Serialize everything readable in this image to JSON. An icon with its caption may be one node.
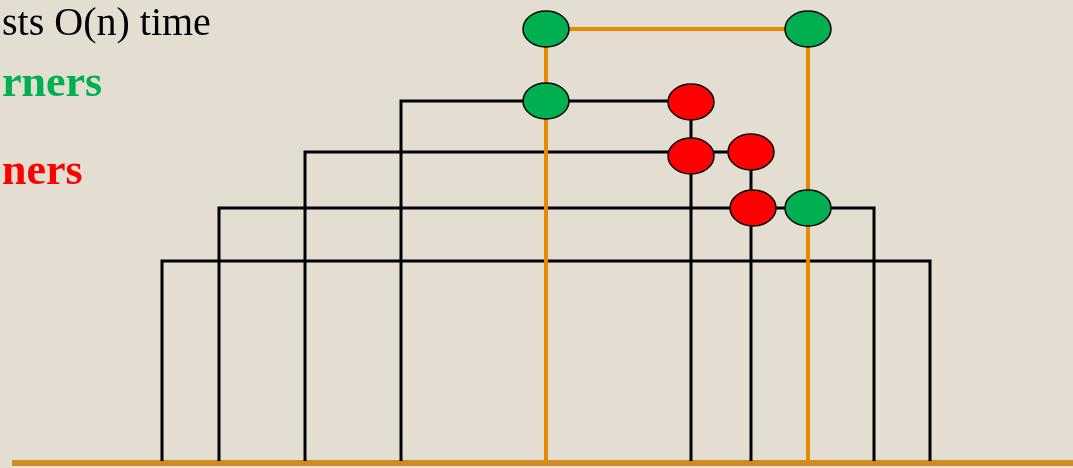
{
  "diagram": {
    "labels": [
      "sts O(n) time",
      "rners",
      "ners"
    ]
  }
}
